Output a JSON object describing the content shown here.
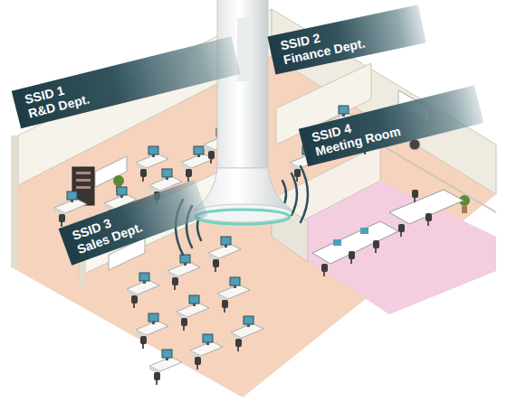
{
  "diagram": {
    "nodes": [
      {
        "text": [
          "SSID 1",
          "R&D Dept."
        ]
      },
      {
        "text": [
          "SSID 2",
          "Finance Dept."
        ]
      },
      {
        "text": [
          "SSID 3",
          "Sales Dept."
        ]
      },
      {
        "text": [
          "SSID 4",
          "Meeting Room"
        ]
      }
    ]
  }
}
